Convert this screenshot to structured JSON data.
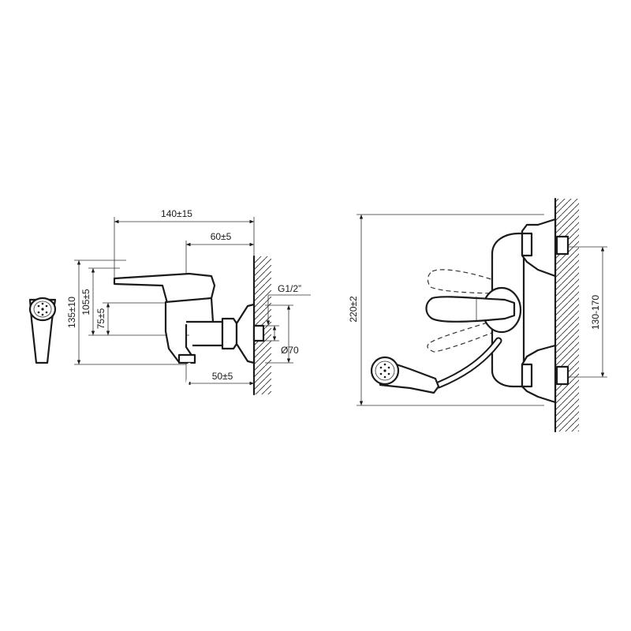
{
  "side_view": {
    "dim_width_total": "140±15",
    "dim_width_partial": "60±5",
    "dim_height_total": "135±10",
    "dim_height_mid": "105±5",
    "dim_height_small": "75±5",
    "dim_spout_offset": "50±5",
    "dim_thread": "G1/2”",
    "dim_diameter": "Ø70"
  },
  "front_view": {
    "dim_height_total": "220±2",
    "dim_axis_spacing": "130-170"
  },
  "colors": {
    "line": "#1a1a1a",
    "background": "#ffffff"
  }
}
